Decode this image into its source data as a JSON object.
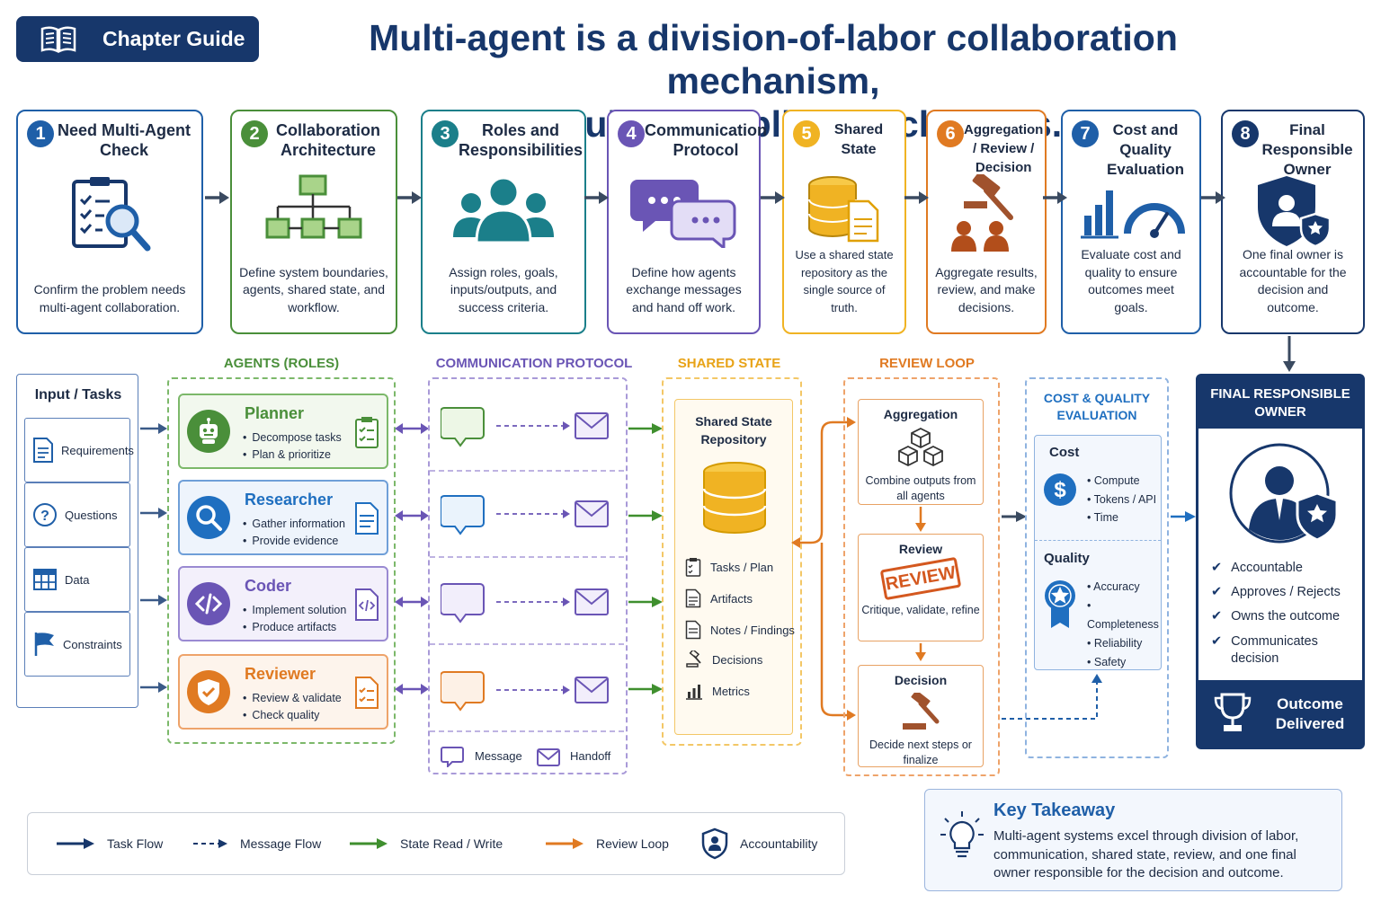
{
  "header": {
    "badge": "Chapter Guide",
    "title_line1": "Multi-agent is a division-of-labor collaboration mechanism,",
    "title_line2": "not multiple duplicated chatbots."
  },
  "steps": [
    {
      "num": "1",
      "title": "Need Multi-Agent Check",
      "desc": "Confirm the problem needs multi-agent collaboration.",
      "color": "#1f5fa8"
    },
    {
      "num": "2",
      "title": "Collaboration Architecture",
      "desc": "Define system boundaries, agents, shared state, and workflow.",
      "color": "#4a8f3a"
    },
    {
      "num": "3",
      "title": "Roles and Responsibilities",
      "desc": "Assign roles, goals, inputs/outputs, and success criteria.",
      "color": "#1b7f8a"
    },
    {
      "num": "4",
      "title": "Communication Protocol",
      "desc": "Define how agents exchange messages and hand off work.",
      "color": "#6a55b5"
    },
    {
      "num": "5",
      "title": "Shared State",
      "desc": "Use a shared state repository as the single source of truth.",
      "color": "#f0b323"
    },
    {
      "num": "6",
      "title": "Aggregation / Review / Decision",
      "desc": "Aggregate results, review, and make decisions.",
      "color": "#e07a22"
    },
    {
      "num": "7",
      "title": "Cost and Quality Evaluation",
      "desc": "Evaluate cost and quality to ensure outcomes meet goals.",
      "color": "#1f5fa8"
    },
    {
      "num": "8",
      "title": "Final Responsible Owner",
      "desc": "One final owner is accountable for the decision and outcome.",
      "color": "#17376b"
    }
  ],
  "input": {
    "title": "Input / Tasks",
    "items": [
      "Requirements",
      "Questions",
      "Data",
      "Constraints"
    ]
  },
  "agents": {
    "title": "AGENTS (ROLES)",
    "items": [
      {
        "name": "Planner",
        "b1": "Decompose tasks",
        "b2": "Plan & prioritize"
      },
      {
        "name": "Researcher",
        "b1": "Gather information",
        "b2": "Provide evidence"
      },
      {
        "name": "Coder",
        "b1": "Implement solution",
        "b2": "Produce artifacts"
      },
      {
        "name": "Reviewer",
        "b1": "Review & validate",
        "b2": "Check quality"
      }
    ]
  },
  "protocol": {
    "title": "COMMUNICATION PROTOCOL",
    "message_label": "Message",
    "handoff_label": "Handoff"
  },
  "shared_state": {
    "title": "SHARED STATE",
    "repo_title": "Shared State Repository",
    "items": [
      "Tasks / Plan",
      "Artifacts",
      "Notes / Findings",
      "Decisions",
      "Metrics"
    ]
  },
  "review_loop": {
    "title": "REVIEW LOOP",
    "aggregation": {
      "title": "Aggregation",
      "desc": "Combine outputs from all agents"
    },
    "review": {
      "title": "Review",
      "stamp": "REVIEW",
      "desc": "Critique, validate, refine"
    },
    "decision": {
      "title": "Decision",
      "desc": "Decide next steps or finalize"
    }
  },
  "evaluation": {
    "title": "COST & QUALITY EVALUATION",
    "cost_title": "Cost",
    "cost_items": [
      "Compute",
      "Tokens / API",
      "Time"
    ],
    "quality_title": "Quality",
    "quality_items": [
      "Accuracy",
      "Completeness",
      "Reliability",
      "Safety"
    ]
  },
  "owner": {
    "title": "FINAL RESPONSIBLE OWNER",
    "checks": [
      "Accountable",
      "Approves / Rejects",
      "Owns the outcome",
      "Communicates decision"
    ],
    "outcome": "Outcome Delivered"
  },
  "legend": {
    "task_flow": "Task Flow",
    "message_flow": "Message Flow",
    "state_rw": "State Read / Write",
    "review_loop": "Review Loop",
    "accountability": "Accountability"
  },
  "takeaway": {
    "title": "Key Takeaway",
    "text": "Multi-agent systems excel through division of labor, communication, shared state, review, and one final owner responsible for the decision and outcome."
  }
}
